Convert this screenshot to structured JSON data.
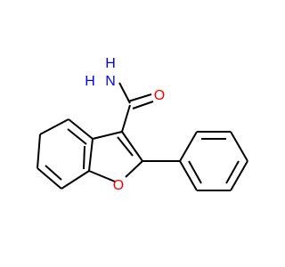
{
  "structure": {
    "atoms": {
      "nitrogen": {
        "label": "N",
        "color": "#0000ff"
      },
      "hydrogen_upper": {
        "label": "H",
        "color": "#0000ff"
      },
      "hydrogen_left": {
        "label": "H",
        "color": "#0000ff"
      },
      "carbonyl_oxygen": {
        "label": "O",
        "color": "#ff0000"
      },
      "ring_oxygen": {
        "label": "O",
        "color": "#ff0000"
      }
    },
    "bond_color": "#000000"
  }
}
